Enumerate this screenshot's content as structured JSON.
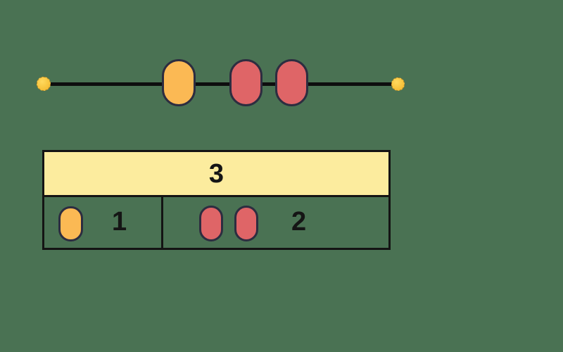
{
  "background_color": "#4A7253",
  "palette": {
    "orange_bead": "#FBB954",
    "red_bead": "#DF6567",
    "bead_outline": "#2D2D40",
    "line_color": "#0E0E0E",
    "endpoint_dot": "#F8C640",
    "bar_fill_yellow": "#FCEC9E",
    "bar_outline": "#141414",
    "text_color": "#151515"
  },
  "bead_string": {
    "beads": [
      {
        "color": "orange"
      },
      {
        "color": "red"
      },
      {
        "color": "red"
      }
    ],
    "endpoint_count": 2
  },
  "bar_model": {
    "whole": {
      "label": "3"
    },
    "parts": [
      {
        "label": "1",
        "beads": [
          {
            "color": "orange"
          }
        ]
      },
      {
        "label": "2",
        "beads": [
          {
            "color": "red"
          },
          {
            "color": "red"
          }
        ]
      }
    ]
  }
}
